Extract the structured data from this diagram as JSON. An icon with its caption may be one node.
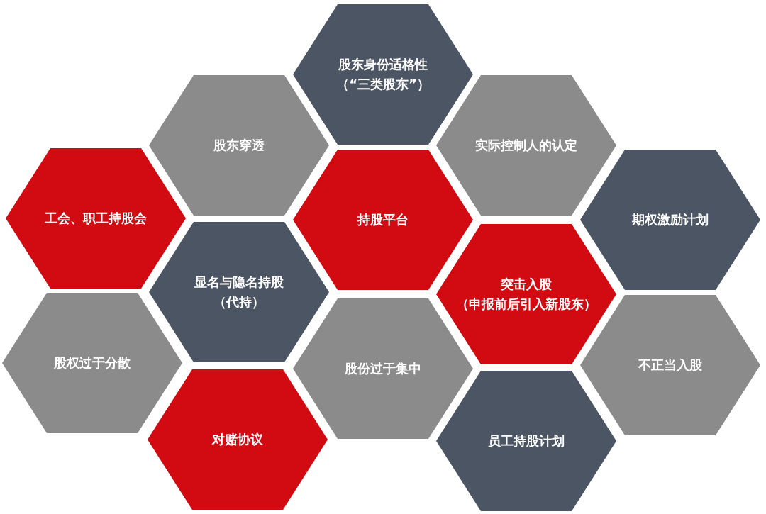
{
  "diagram": {
    "nodes": [
      {
        "text": [
          "股东身份适格性（“三类股东”）"
        ]
      },
      {
        "text": [
          "股东穿透"
        ]
      },
      {
        "text": [
          "实际控制人的认定"
        ]
      },
      {
        "text": [
          "工会、职工持股会"
        ]
      },
      {
        "text": [
          "持股平台"
        ]
      },
      {
        "text": [
          "期权激励计划"
        ]
      },
      {
        "text": [
          "显名与隐名持股（代持）"
        ]
      },
      {
        "text": [
          "突击入股（申报前后引入新股东）"
        ]
      },
      {
        "text": [
          "股权过于分散"
        ]
      },
      {
        "text": [
          "股份过于集中"
        ]
      },
      {
        "text": [
          "不正当入股"
        ]
      },
      {
        "text": [
          "对赌协议"
        ]
      },
      {
        "text": [
          "员工持股计划"
        ]
      }
    ]
  }
}
